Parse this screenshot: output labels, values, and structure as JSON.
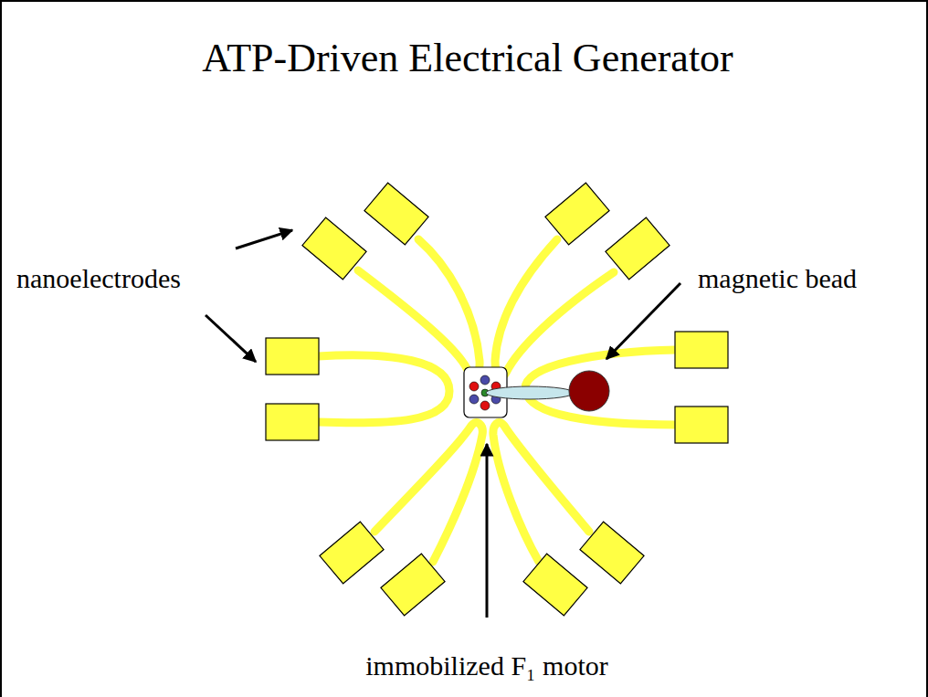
{
  "diagram": {
    "title": "ATP-Driven Electrical Generator",
    "labels": [
      "nanoelectrodes",
      "magnetic bead",
      "immobilized F₁ motor"
    ]
  }
}
